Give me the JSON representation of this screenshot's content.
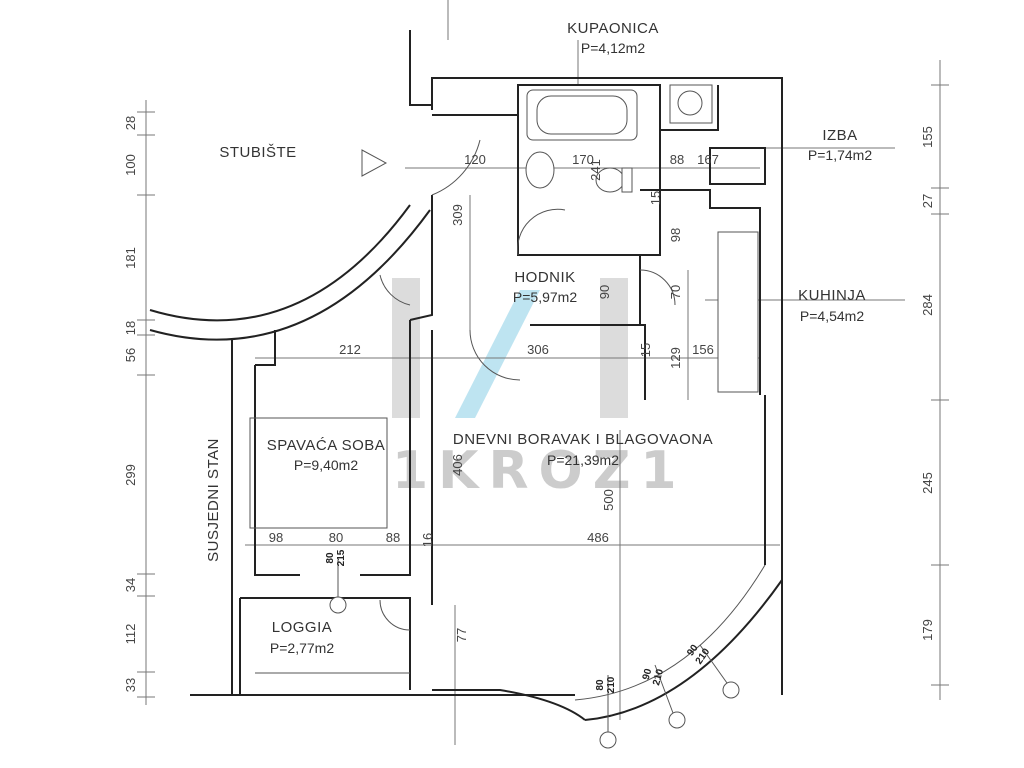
{
  "rooms": {
    "kupaonica": {
      "name": "KUPAONICA",
      "area": "P=4,12m2"
    },
    "izba": {
      "name": "IZBA",
      "area": "P=1,74m2"
    },
    "stubiste": {
      "name": "STUBIŠTE"
    },
    "hodnik": {
      "name": "HODNIK",
      "area": "P=5,97m2"
    },
    "kuhinja": {
      "name": "KUHINJA",
      "area": "P=4,54m2"
    },
    "spavaca": {
      "name": "SPAVAĆA SOBA",
      "area": "P=9,40m2"
    },
    "dnevni": {
      "name": "DNEVNI BORAVAK I BLAGOVAONA",
      "area": "P=21,39m2"
    },
    "loggia": {
      "name": "LOGGIA",
      "area": "P=2,77m2"
    },
    "susjedni": {
      "name": "SUSJEDNI STAN"
    }
  },
  "dimensions": {
    "left": [
      "28",
      "100",
      "181",
      "18",
      "56",
      "299",
      "34",
      "112",
      "33"
    ],
    "right": [
      "155",
      "27",
      "284",
      "245",
      "179"
    ],
    "inner": {
      "d120": "120",
      "d170": "170",
      "d88": "88",
      "d167": "167",
      "d309": "309",
      "d241": "241",
      "d15": "15",
      "d98": "98",
      "d90": "90",
      "d70": "70",
      "d212": "212",
      "d306": "306",
      "d129": "129",
      "d156": "156",
      "d406": "406",
      "d500": "500",
      "d98b": "98",
      "d80": "80",
      "d88b": "88",
      "d486": "486",
      "d77": "77",
      "d16": "16",
      "d15b": "15"
    }
  },
  "window_marks": {
    "w1": "80",
    "w1b": "215",
    "w2": "80",
    "w2b": "210",
    "w3": "90",
    "w3b": "210",
    "w4": "90",
    "w4b": "210"
  },
  "watermark": {
    "text": "1KROZ1"
  }
}
